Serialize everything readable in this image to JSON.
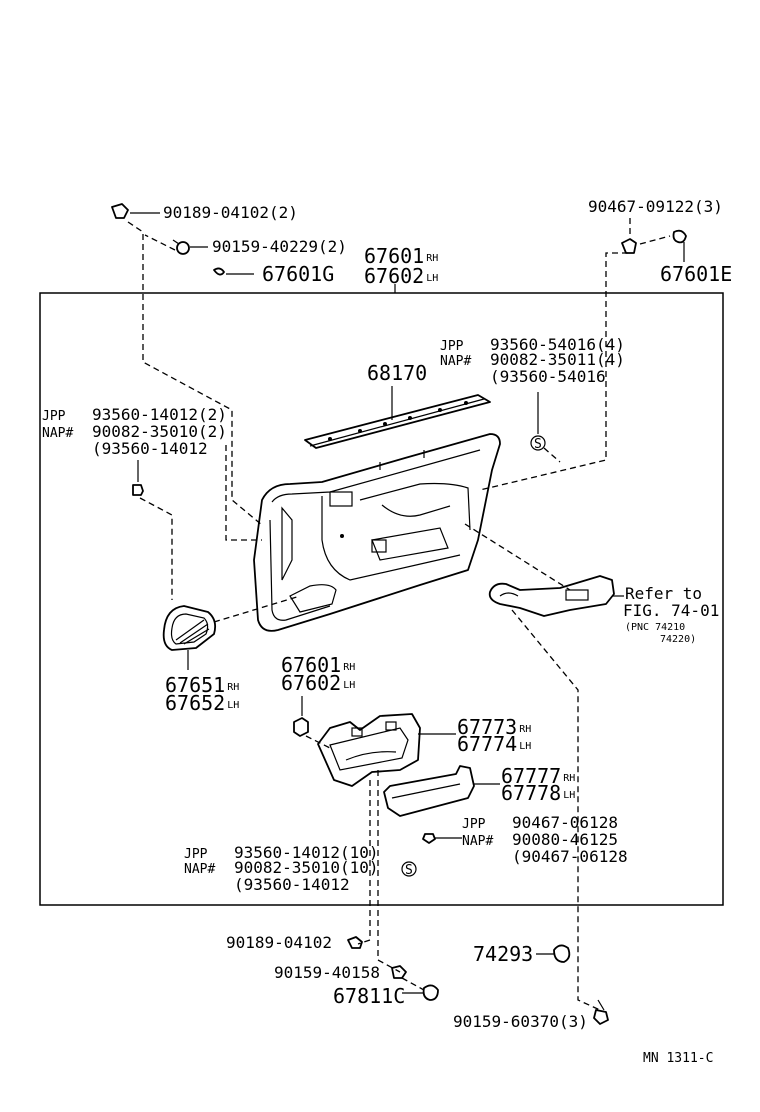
{
  "labels": {
    "clip_upper": "90189-04102(2)",
    "screw_upper": "90159-40229(2)",
    "cover_g": "67601G",
    "trim_1": "67601",
    "trim_1_suffix": "RH",
    "trim_2": "67602",
    "trim_2_suffix": "LH",
    "clip_right": "90467-09122(3)",
    "cover_e": "67601E",
    "jpp_upper_right_1": "JPP",
    "jpp_upper_right_1_val": "93560-54016(4)",
    "nap_upper_right_1": "NAP#",
    "nap_upper_right_1_val": "90082-35011(4)",
    "alt_upper_right_1": "(93560-54016",
    "weatherstrip": "68170",
    "jpp_left": "JPP",
    "jpp_left_val": "93560-14012(2)",
    "nap_left": "NAP#",
    "nap_left_val": "90082-35010(2)",
    "alt_left": "(93560-14012",
    "refer_1": "Refer to",
    "refer_2": "FIG. 74-01",
    "refer_3": "(PNC 74210",
    "refer_4": "74220)",
    "panel_1": "67651",
    "panel_1_suffix": "RH",
    "panel_2": "67652",
    "panel_2_suffix": "LH",
    "lower_trim_1": "67601",
    "lower_trim_1_suffix": "RH",
    "lower_trim_2": "67602",
    "lower_trim_2_suffix": "LH",
    "pocket_1": "67773",
    "pocket_1_suffix": "RH",
    "pocket_2": "67774",
    "pocket_2_suffix": "LH",
    "handle_1": "67777",
    "handle_1_suffix": "RH",
    "handle_2": "67778",
    "handle_2_suffix": "LH",
    "jpp_handle": "JPP",
    "jpp_handle_val": "90467-06128",
    "nap_handle": "NAP#",
    "nap_handle_val": "90080-46125",
    "alt_handle": "(90467-06128",
    "jpp_bottom": "JPP",
    "jpp_bottom_val": "93560-14012(10)",
    "nap_bottom": "NAP#",
    "nap_bottom_val": "90082-35010(10)",
    "alt_bottom": "(93560-14012",
    "clip_lower": "90189-04102",
    "screw_lower": "90159-40158",
    "cap": "67811C",
    "grommet": "74293",
    "screw_bottom": "90159-60370(3)",
    "s_mark": "S",
    "catalog_id": "MN 1311-C"
  }
}
